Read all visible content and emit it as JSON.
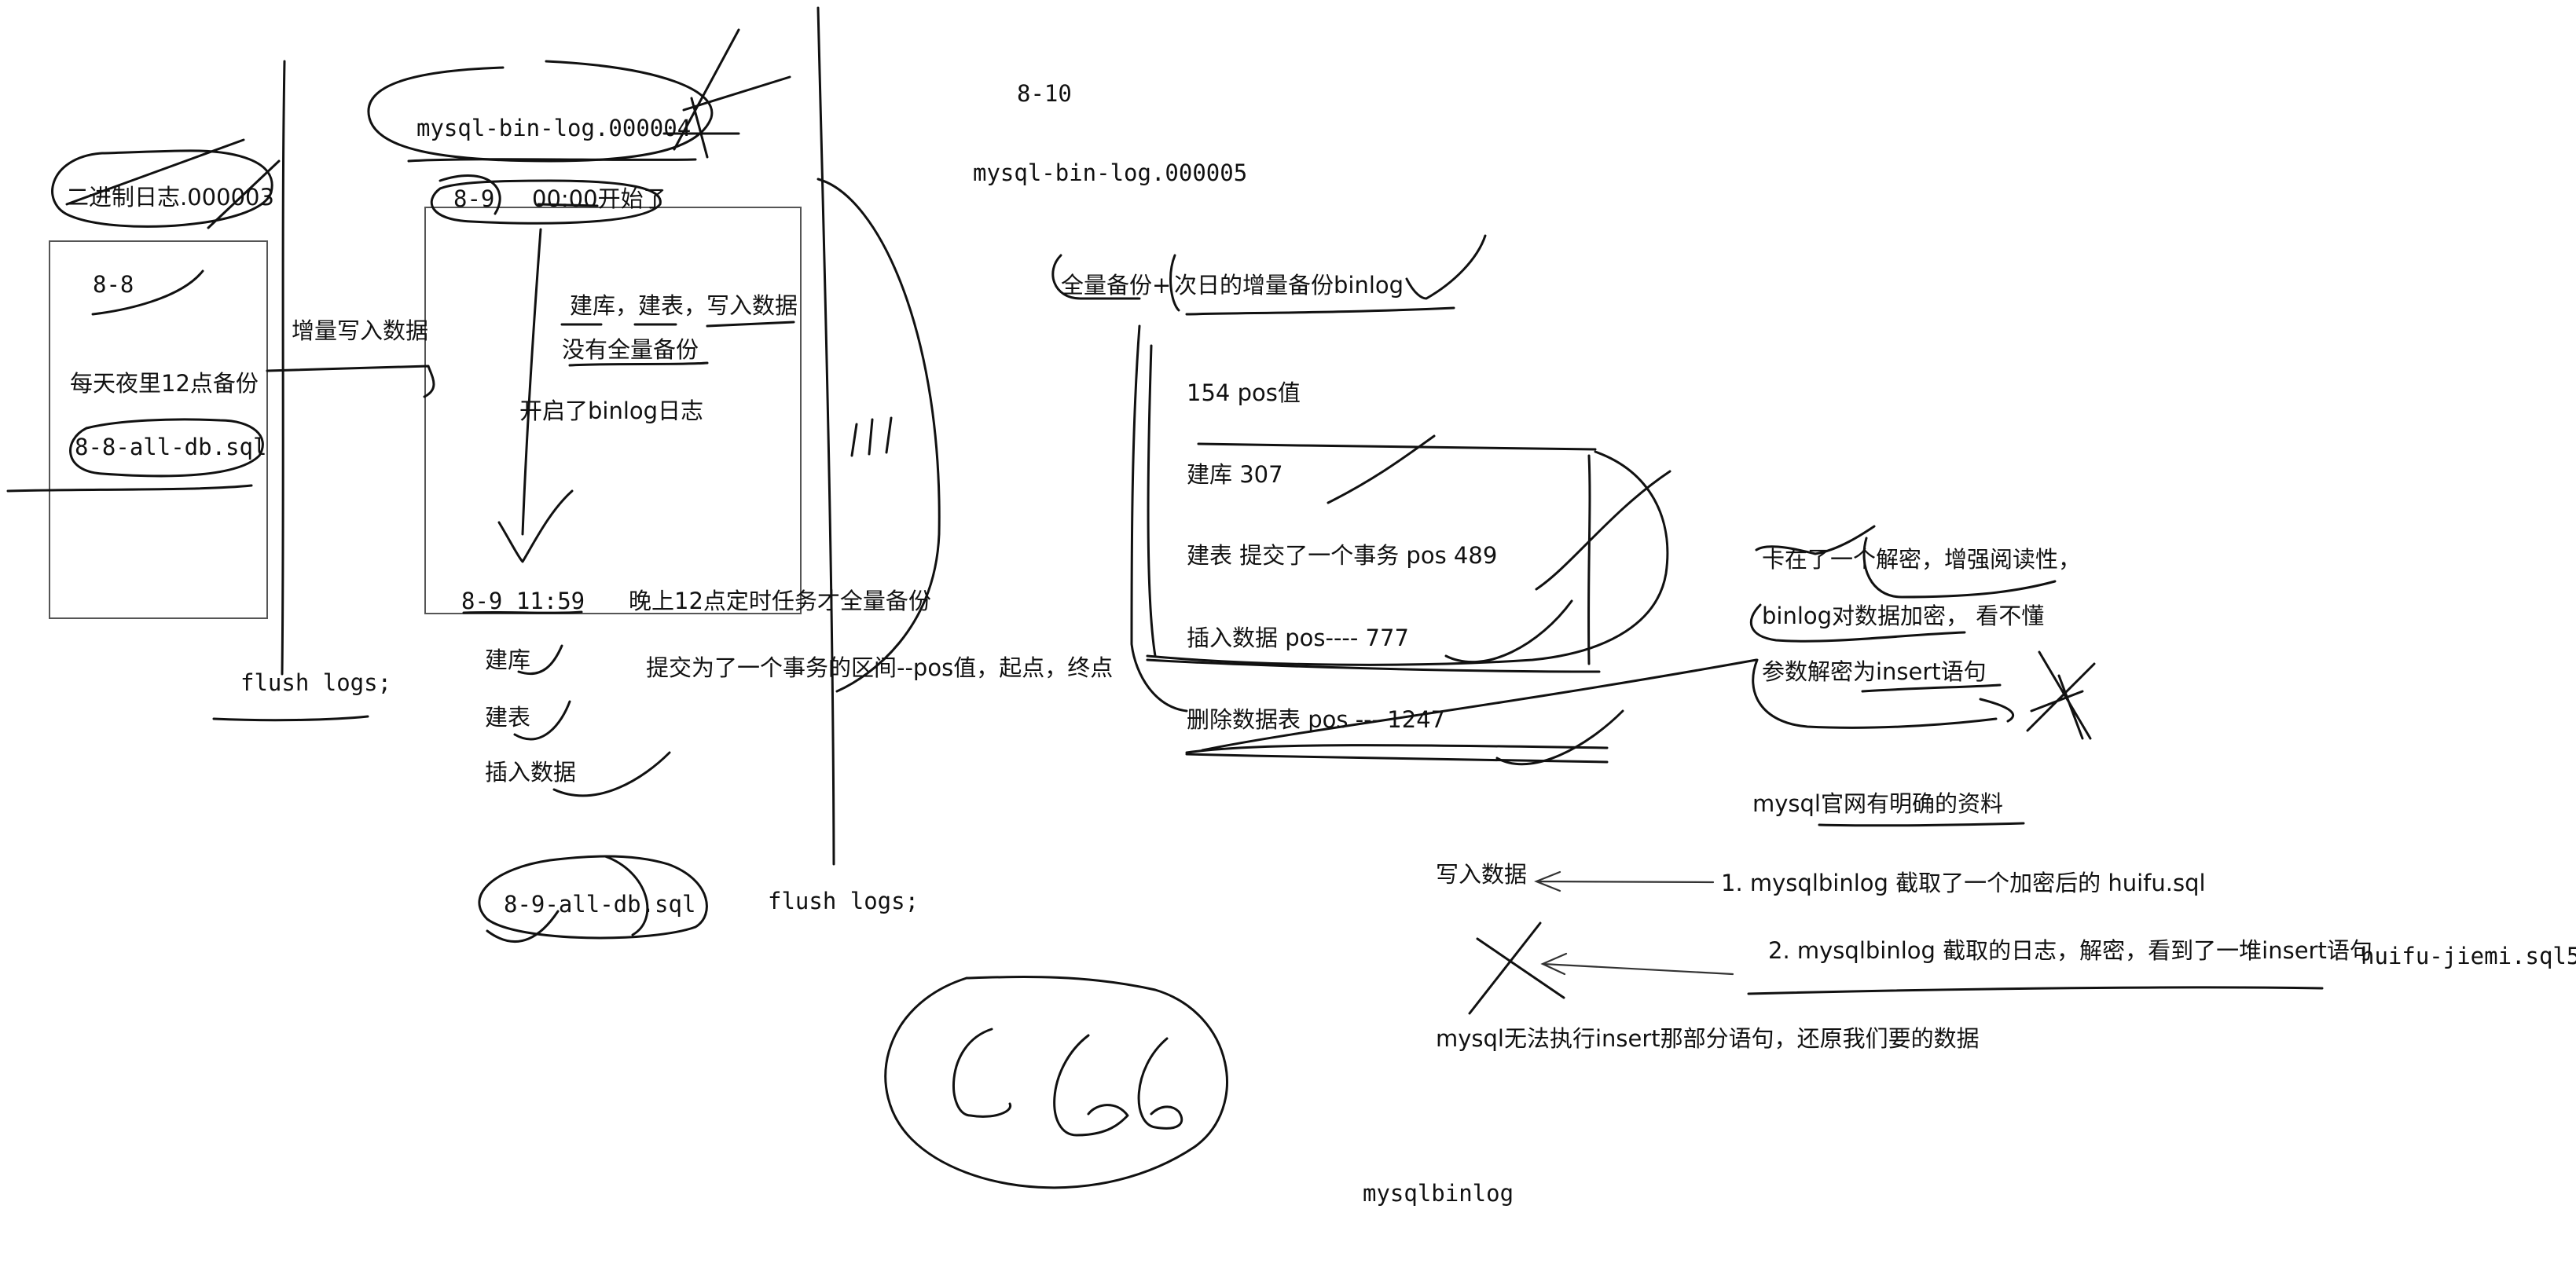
{
  "colors": {
    "ink": "#111111",
    "box_stroke": "#555555",
    "background": "#ffffff"
  },
  "texts": {
    "binlog_000003": "二进制日志.000003",
    "date_8_8": "8-8",
    "nightly_backup": "每天夜里12点备份",
    "backup_8_8_file": "8-8-all-db.sql",
    "flush_logs_left": "flush logs;",
    "incremental_write": "增量写入数据",
    "binlog_000004": "mysql-bin-log.000004",
    "start_8_9_date": "8-9",
    "start_8_9_time": "00:00开始了",
    "create_db_table_write": "建库，建表，写入数据",
    "no_full_backup": "没有全量备份",
    "binlog_enabled": "开启了binlog日志",
    "time_8_9_1159": "8-9 11:59",
    "night_full_backup_task": "晚上12点定时任务才全量备份",
    "create_db_2": "建库",
    "create_table_2": "建表",
    "insert_data_2": "插入数据",
    "transaction_pos_range": "提交为了一个事务的区间--pos值，起点，终点",
    "backup_8_9_file": "8-9-all-db.sql",
    "flush_logs_mid": "flush logs;",
    "date_8_10": "8-10",
    "binlog_000005": "mysql-bin-log.000005",
    "full_backup_plus": "全量备份+",
    "next_day_incremental": "次日的增量备份binlog",
    "pos_154": "154  pos值",
    "create_db_307": "建库    307",
    "create_table_489": "建表    提交了一个事务   pos   489",
    "insert_777": "插入数据     pos----   777",
    "drop_table_1247": "删除数据表      pos    ---  1247",
    "stuck_decrypt": "卡在了一个解密，增强阅读性，",
    "binlog_encrypted": "binlog对数据加密，  看不懂",
    "param_decrypt": "参数解密为insert语句",
    "official_docs": "mysql官网有明确的资料",
    "write_data": "写入数据",
    "step1": "1. mysqlbinlog 截取了一个加密后的 huifu.sql",
    "step2": "2. mysqlbinlog 截取的日志，解密，看到了一堆insert语句",
    "huifu_jiemi": "huifu-jiemi.sql5",
    "cannot_execute": "mysql无法执行insert那部分语句，还原我们要的数据",
    "mysqlbinlog_label": "mysqlbinlog"
  }
}
